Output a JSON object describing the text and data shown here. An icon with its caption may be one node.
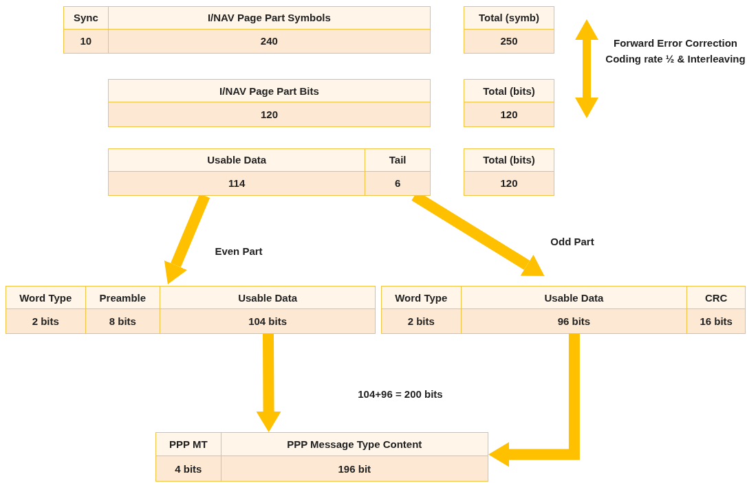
{
  "diagram": {
    "nodes": [
      {
        "text": [
          "Sync",
          "I/NAV Page Part Symbols",
          "10",
          "240"
        ]
      },
      {
        "text": [
          "Total (symb)",
          "250"
        ]
      },
      {
        "text": [
          "I/NAV Page Part Bits",
          "120"
        ]
      },
      {
        "text": [
          "Total (bits)",
          "120"
        ]
      },
      {
        "text": [
          "Usable Data",
          "Tail",
          "114",
          "6"
        ]
      },
      {
        "text": [
          "Total (bits)",
          "120"
        ]
      },
      {
        "text": [
          "Word Type",
          "Preamble",
          "Usable Data",
          "2 bits",
          "8 bits",
          "104 bits"
        ]
      },
      {
        "text": [
          "Word Type",
          "Usable Data",
          "CRC",
          "2 bits",
          "96 bits",
          "16 bits"
        ]
      },
      {
        "text": [
          "PPP MT",
          "PPP Message Type Content",
          "4 bits",
          "196 bit"
        ]
      }
    ],
    "edges": [
      {
        "from": 4,
        "to": 6,
        "arrow": "to",
        "label": "Even Part"
      },
      {
        "from": 4,
        "to": 7,
        "arrow": "to",
        "label": "Odd Part"
      },
      {
        "from": 6,
        "to": 8,
        "arrow": "to"
      },
      {
        "from": 7,
        "to": 8,
        "arrow": "to"
      }
    ],
    "labels": [
      "Forward Error Correction Coding rate ½ & Interleaving",
      "104+96 = 200 bits"
    ]
  }
}
